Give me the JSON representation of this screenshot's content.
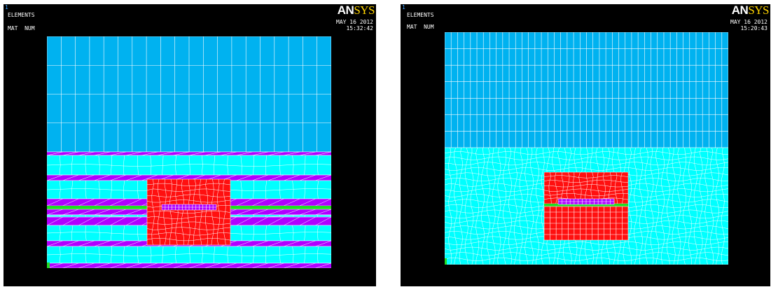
{
  "windows": [
    {
      "id": "left",
      "window_number": "1",
      "plot_type": "ELEMENTS",
      "display_label": "MAT  NUM",
      "brand": {
        "an": "AN",
        "sys": "SYS"
      },
      "date": "MAY 16 2012",
      "time": "15:32:42"
    },
    {
      "id": "right",
      "window_number": "1",
      "plot_type": "ELEMENTS",
      "display_label": "MAT  NUM",
      "brand": {
        "an": "AN",
        "sys": "SYS"
      },
      "date": "MAY 16 2012",
      "time": "15:20:43"
    }
  ],
  "colors": {
    "background": "#000000",
    "material_blue": "#00b2f0",
    "material_cyan": "#00ffff",
    "material_purple": "#b000ff",
    "material_red": "#ff1010",
    "material_green": "#22dd22",
    "mesh_lines": "#ffffff",
    "brand_yellow": "#ffd400"
  }
}
